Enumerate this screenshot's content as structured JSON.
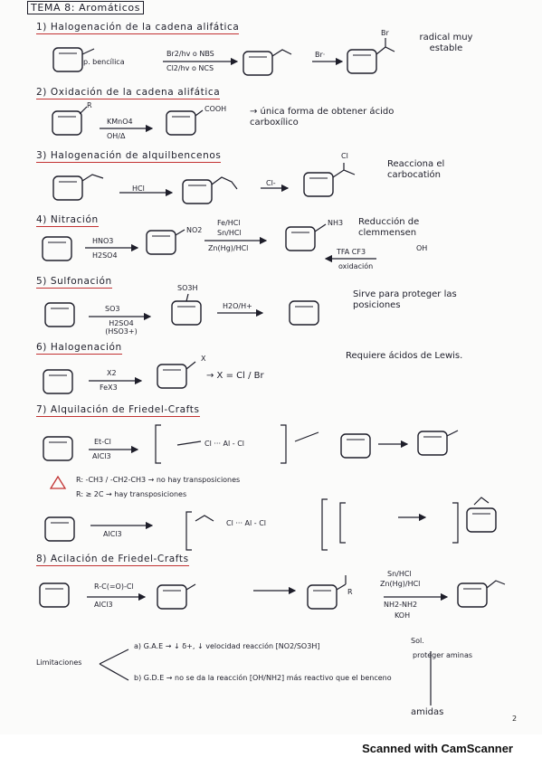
{
  "title": "TEMA 8: Aromáticos",
  "sections": {
    "s1": {
      "heading": "1) Halogenación de la cadena alifática",
      "label_pbencilica": "p. bencílica",
      "reagent_top": "Br2/hv o NBS",
      "reagent_bottom": "Cl2/hv o NCS",
      "reagent_br": "Br·",
      "note": "radical muy estable",
      "atom_br": "Br"
    },
    "s2": {
      "heading": "2) Oxidación de la cadena alifática",
      "label_r": "R",
      "reagent_top": "KMnO4",
      "reagent_bottom": "OH/Δ",
      "product": "COOH",
      "note": "→ única forma de obtener ácido carboxílico"
    },
    "s3": {
      "heading": "3) Halogenación de alquilbencenos",
      "reagent": "HCl",
      "reagent2": "Cl-",
      "note": "Reacciona el carbocatión",
      "atom_cl": "Cl"
    },
    "s4": {
      "heading": "4) Nitración",
      "reagent_top": "HNO3",
      "reagent_bottom": "H2SO4",
      "product": "NO2",
      "red_top": "Fe/HCl",
      "red_mid": "Sn/HCl",
      "red_bottom": "Zn(Hg)/HCl",
      "amine": "NH3",
      "note": "Reducción de clemmensen",
      "alt_top": "TFA  CF3",
      "alt_label": "OH",
      "alt_bottom": "oxidación"
    },
    "s5": {
      "heading": "5) Sulfonación",
      "reagent_top": "SO3",
      "reagent_bottom": "H2SO4 (HSO3+)",
      "product": "SO3H",
      "reagent2": "H2O/H+",
      "note": "Sirve para proteger las posiciones"
    },
    "s6": {
      "heading": "6) Halogenación",
      "reagent_top": "X2",
      "reagent_bottom": "FeX3",
      "product": "X",
      "note_x": "→ X = Cl / Br",
      "note": "Requiere ácidos de Lewis."
    },
    "s7": {
      "heading": "7) Alquilación de Friedel-Crafts",
      "reagent_top": "Et-Cl",
      "reagent_bottom": "AlCl3",
      "complex": "Cl ··· Al - Cl",
      "warn_a": "R: -CH3 / -CH2-CH3 → no hay transposiciones",
      "warn_b": "R: ≥ 2C → hay transposiciones",
      "reagent2_bottom": "AlCl3",
      "complex2": "Cl ··· Al - Cl"
    },
    "s8": {
      "heading": "8) Acilación de Friedel-Crafts",
      "reagent_top": "R-C(=O)-Cl",
      "reagent_bottom": "AlCl3",
      "label_r": "R",
      "red_top": "Sn/HCl",
      "red_mid": "Zn(Hg)/HCl",
      "red_wk": "NH2-NH2",
      "red_wk2": "KOH",
      "limit_label": "Limitaciones",
      "limit_a": "a) G.A.E → ↓ δ+, ↓ velocidad reacción [NO2/SO3H]",
      "limit_b": "b) G.D.E → no se da la reacción [OH/NH2] más reactivo que el benceno",
      "sol_label": "Sol.",
      "sol_note": "proteger aminas",
      "amidas": "amidas"
    }
  },
  "page_number": "2",
  "footer": "Scanned with CamScanner"
}
